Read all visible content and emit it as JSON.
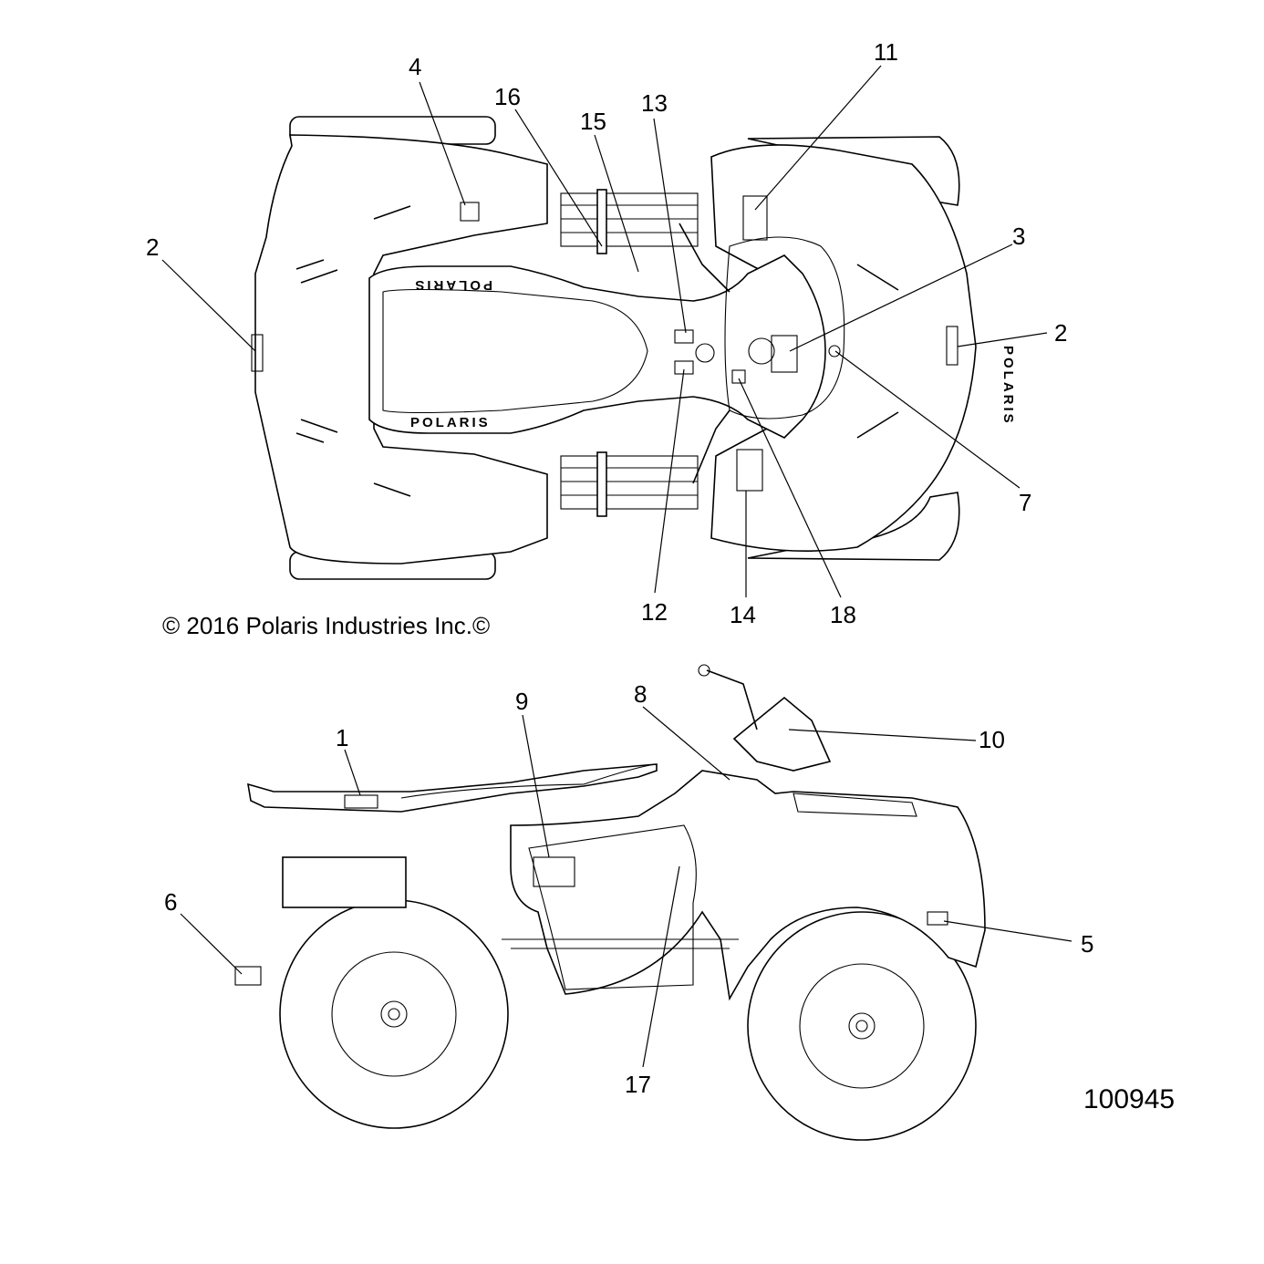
{
  "copyright": "© 2016 Polaris Industries Inc.©",
  "figure_number": "100945",
  "brand_text": "POLARIS",
  "callouts": {
    "c1": "1",
    "c2a": "2",
    "c2b": "2",
    "c3": "3",
    "c4": "4",
    "c5": "5",
    "c6": "6",
    "c7": "7",
    "c8": "8",
    "c9": "9",
    "c10": "10",
    "c11": "11",
    "c12": "12",
    "c13": "13",
    "c14": "14",
    "c15": "15",
    "c16": "16",
    "c17": "17",
    "c18": "18"
  }
}
